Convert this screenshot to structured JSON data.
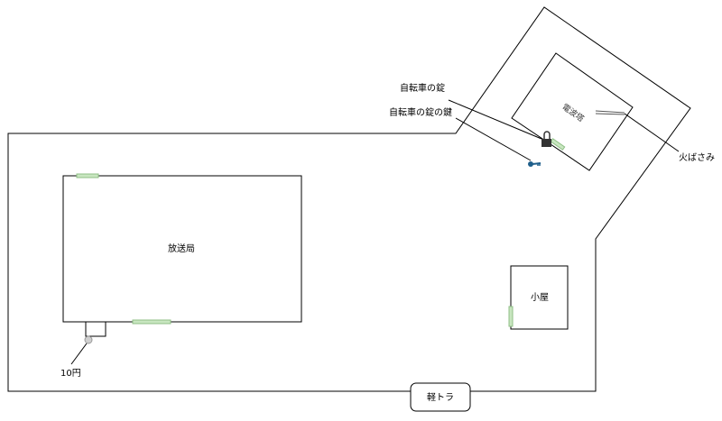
{
  "labels": {
    "broadcast_station": "放送局",
    "shed": "小屋",
    "radio_tower": "電波塔",
    "kei_truck": "軽トラ",
    "bike_lock": "自転車の錠",
    "bike_lock_key": "自転車の錠の鍵",
    "fire_tongs": "火ばさみ",
    "ten_yen": "10円"
  },
  "colors": {
    "door": "#c8e6c0",
    "key": "#1f5f8b",
    "coin": "#cfcfcf",
    "lock": "#333333"
  }
}
